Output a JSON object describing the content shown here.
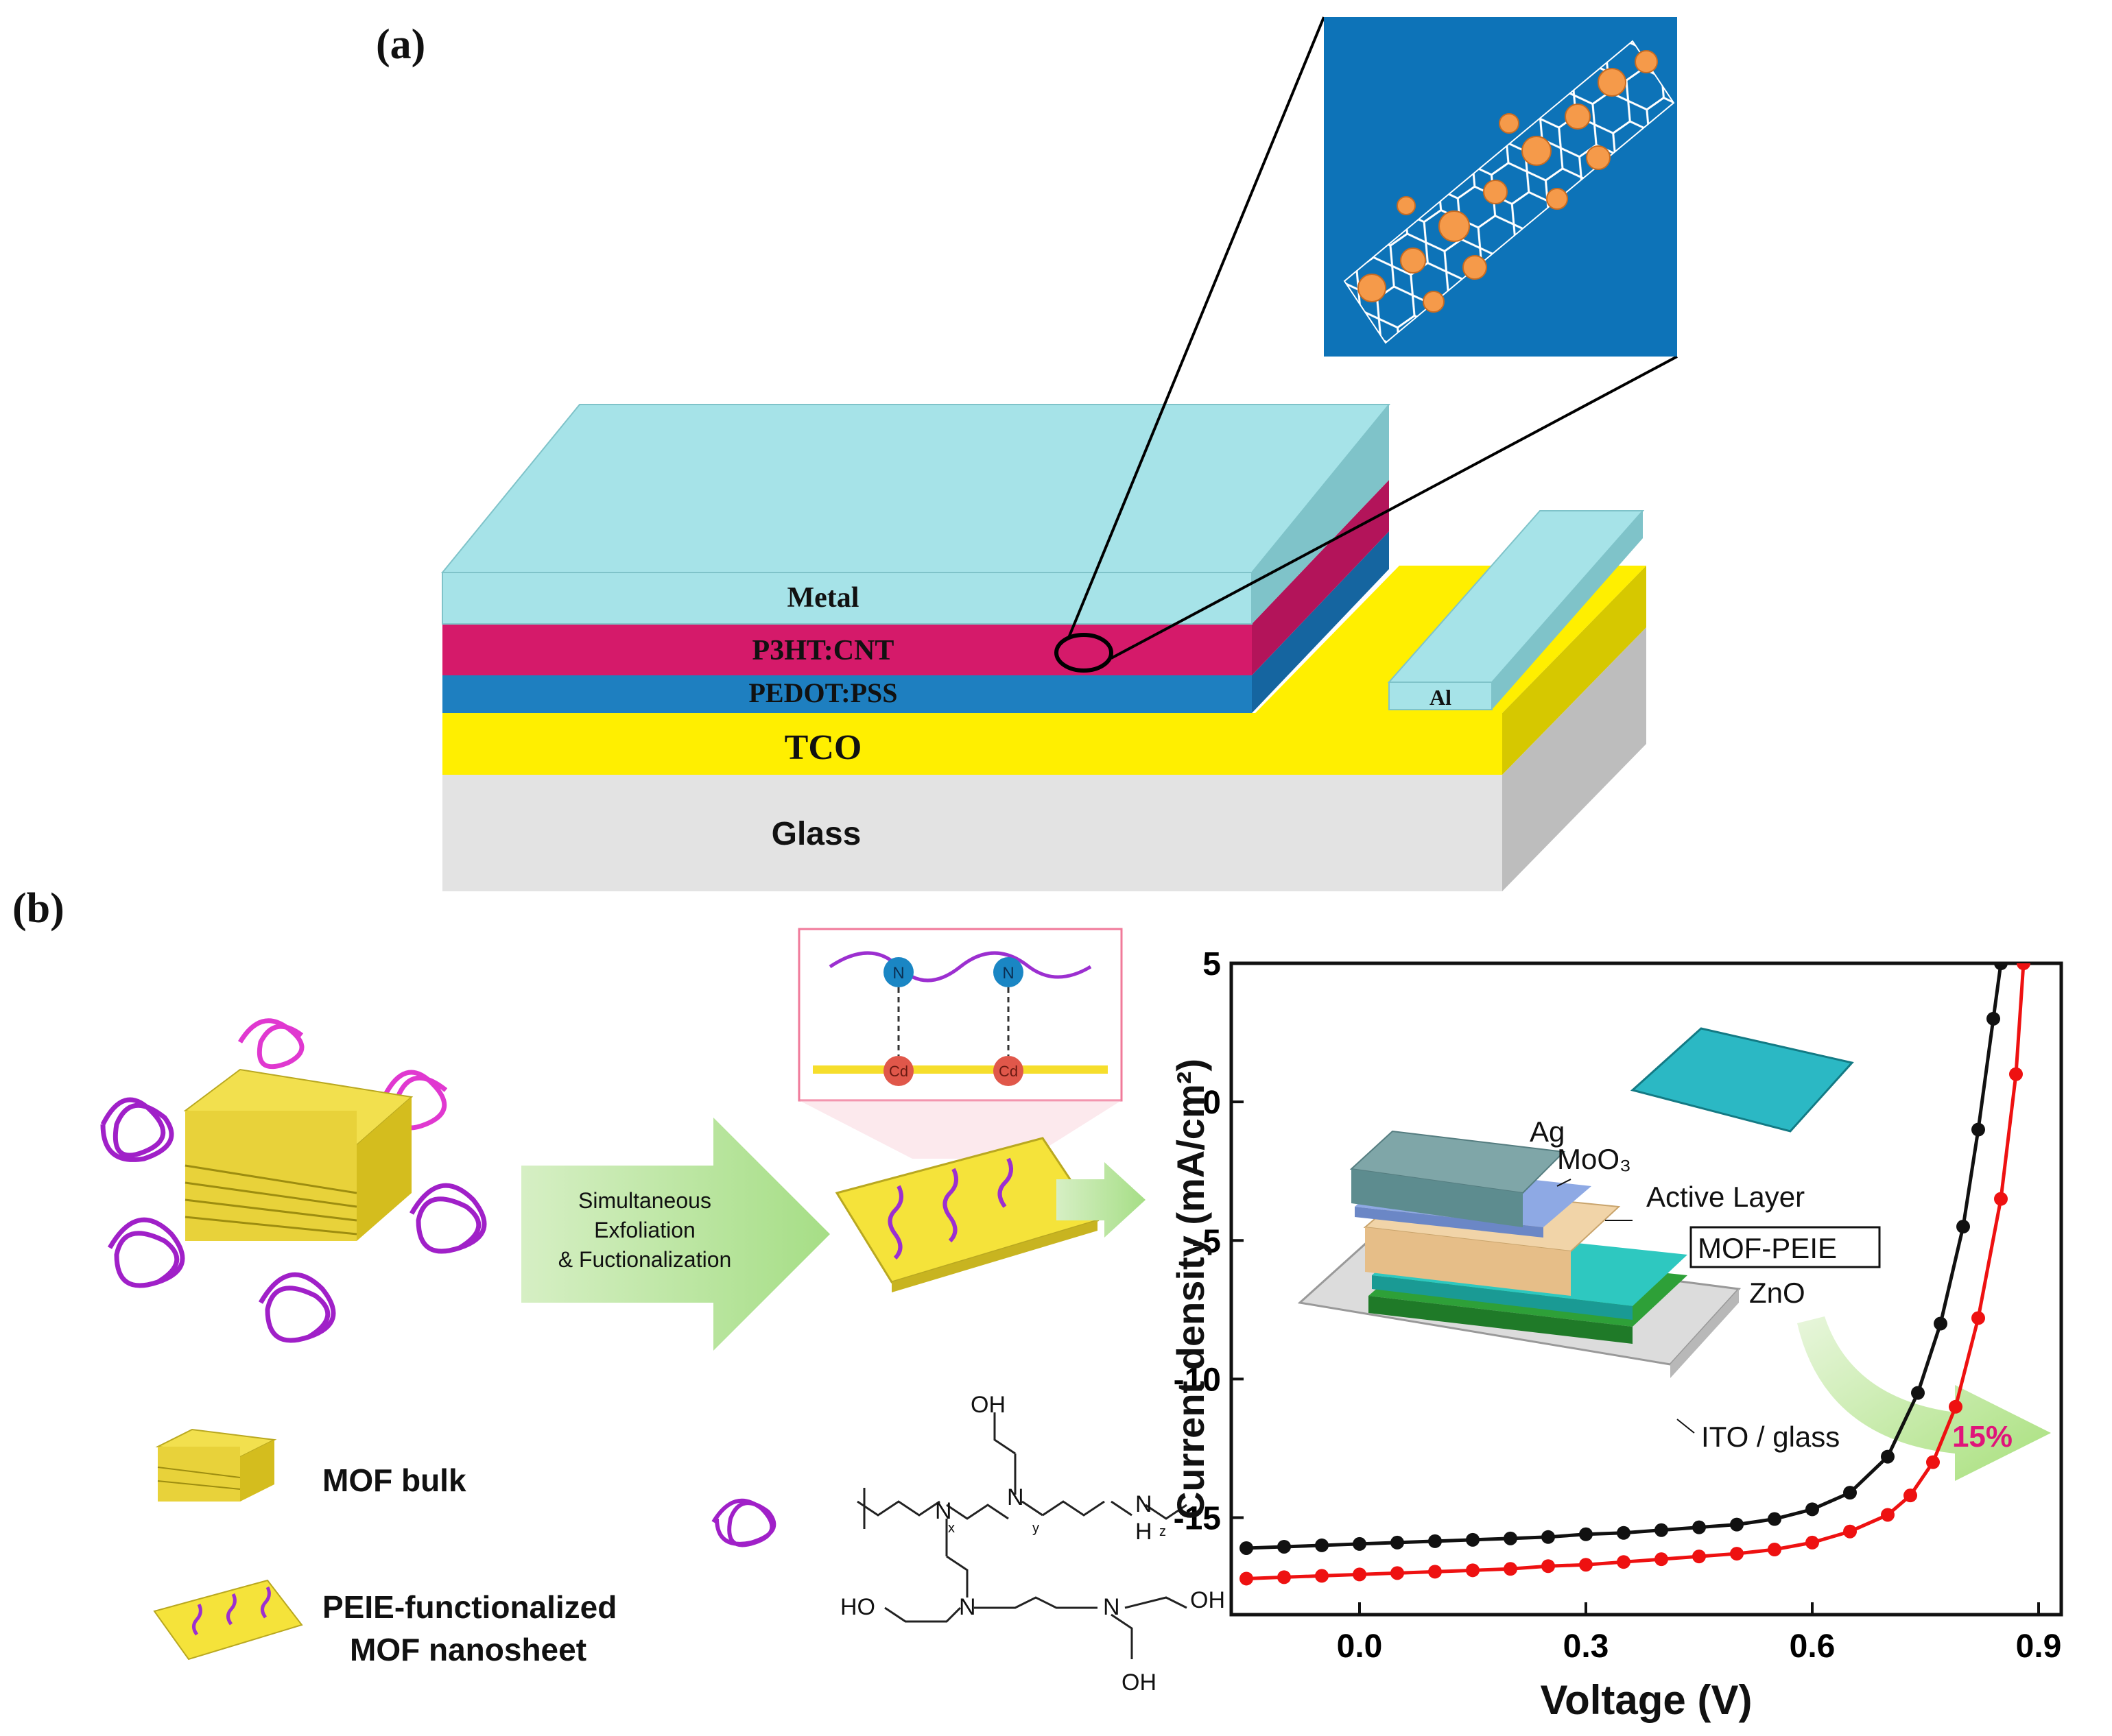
{
  "panel_a": {
    "label": "(a)",
    "layers": {
      "metal": "Metal",
      "active": "P3HT:CNT",
      "pedot": "PEDOT:PSS",
      "tco": "TCO",
      "glass": "Glass",
      "al": "Al"
    }
  },
  "panel_b": {
    "label": "(b)",
    "arrow_text": [
      "Simultaneous",
      "Exfoliation",
      "& Fuctionalization"
    ],
    "zoom_atoms": {
      "n": "N",
      "cd": "Cd"
    },
    "legend": {
      "bulk": "MOF bulk",
      "nanosheet_line1": "PEIE-functionalized",
      "nanosheet_line2": "MOF nanosheet"
    },
    "peie_structure": {
      "oh": "OH",
      "ho": "HO",
      "n": "N",
      "h": "H",
      "x": "x",
      "y": "y",
      "z": "z"
    },
    "device_inset": {
      "ag": "Ag",
      "moo3": "MoO₃",
      "active": "Active Layer",
      "mofpeie": "MOF-PEIE",
      "zno": "ZnO",
      "ito": "ITO / glass",
      "improvement": "15%"
    }
  },
  "chart_data": {
    "type": "line",
    "xlabel": "Voltage (V)",
    "ylabel": "Current density (mA/cm²)",
    "xlim": [
      -0.17,
      0.93
    ],
    "ylim": [
      -18.5,
      5
    ],
    "x_ticks": [
      "0.0",
      "0.3",
      "0.6",
      "0.9"
    ],
    "y_ticks": [
      "5",
      "0",
      "-5",
      "-10",
      "-15"
    ],
    "colors": {
      "black": "#111111",
      "red": "#ee1111",
      "improvement": "#e0147a"
    },
    "series": [
      {
        "color": "#111111",
        "x": [
          -0.15,
          -0.1,
          -0.05,
          0.0,
          0.05,
          0.1,
          0.15,
          0.2,
          0.25,
          0.3,
          0.35,
          0.4,
          0.45,
          0.5,
          0.55,
          0.6,
          0.65,
          0.7,
          0.74,
          0.77,
          0.8,
          0.82,
          0.84,
          0.85
        ],
        "y": [
          -16.1,
          -16.05,
          -16.0,
          -15.95,
          -15.9,
          -15.85,
          -15.8,
          -15.75,
          -15.7,
          -15.6,
          -15.55,
          -15.45,
          -15.35,
          -15.25,
          -15.05,
          -14.7,
          -14.1,
          -12.8,
          -10.5,
          -8.0,
          -4.5,
          -1.0,
          3.0,
          5.0
        ]
      },
      {
        "color": "#ee1111",
        "x": [
          -0.15,
          -0.1,
          -0.05,
          0.0,
          0.05,
          0.1,
          0.15,
          0.2,
          0.25,
          0.3,
          0.35,
          0.4,
          0.45,
          0.5,
          0.55,
          0.6,
          0.65,
          0.7,
          0.73,
          0.76,
          0.79,
          0.82,
          0.85,
          0.87,
          0.88
        ],
        "y": [
          -17.2,
          -17.15,
          -17.1,
          -17.05,
          -17.0,
          -16.95,
          -16.9,
          -16.85,
          -16.75,
          -16.7,
          -16.6,
          -16.5,
          -16.4,
          -16.3,
          -16.15,
          -15.9,
          -15.5,
          -14.9,
          -14.2,
          -13.0,
          -11.0,
          -7.8,
          -3.5,
          1.0,
          5.0
        ]
      }
    ]
  }
}
